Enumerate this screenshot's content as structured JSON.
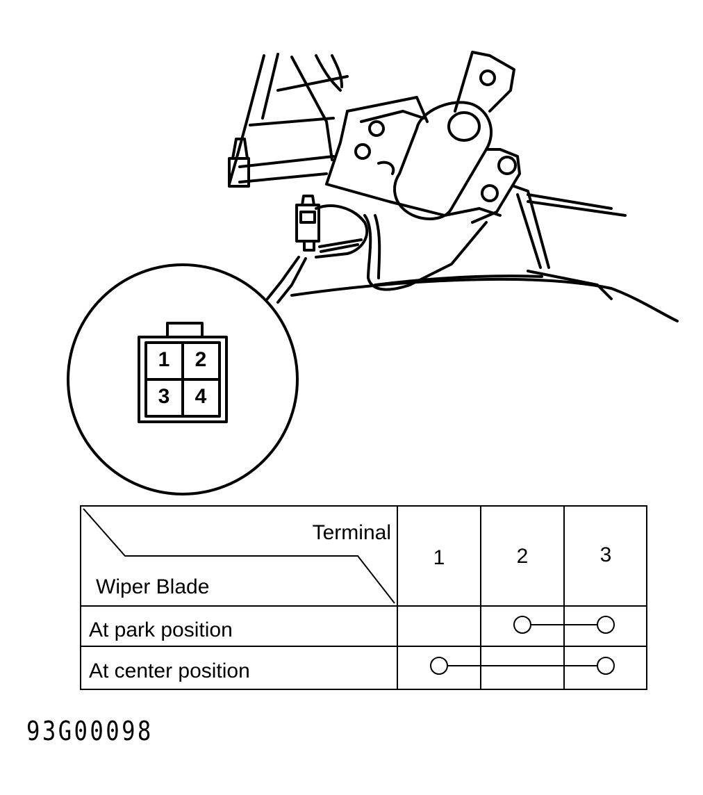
{
  "connector": {
    "pins": [
      "1",
      "2",
      "3",
      "4"
    ]
  },
  "table": {
    "header_terminal": "Terminal",
    "header_row": "Wiper Blade",
    "terminals": [
      "1",
      "2",
      "3"
    ],
    "rows": [
      {
        "label": "At park position",
        "connected_terminals": [
          "2",
          "3"
        ]
      },
      {
        "label": "At center position",
        "connected_terminals": [
          "1",
          "3"
        ]
      }
    ]
  },
  "figure_code": "93G00098"
}
